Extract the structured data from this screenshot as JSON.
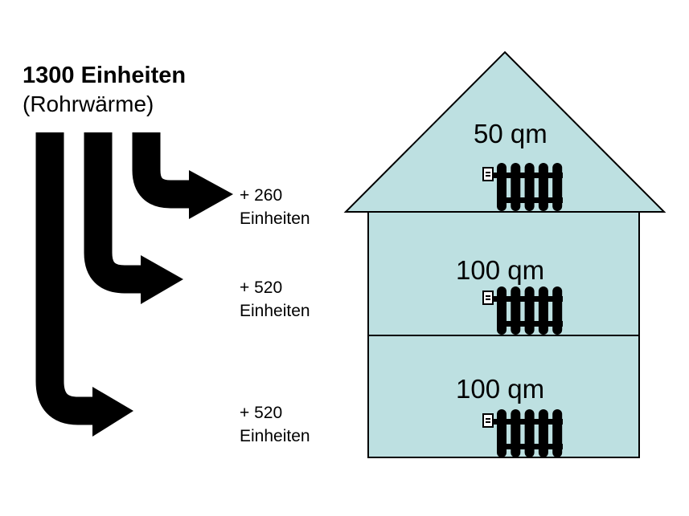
{
  "source": {
    "title": "1300 Einheiten",
    "subtitle": "(Rohrwärme)"
  },
  "gains": [
    {
      "amount": "+ 260",
      "unit": "Einheiten"
    },
    {
      "amount": "+ 520",
      "unit": "Einheiten"
    },
    {
      "amount": "+ 520",
      "unit": "Einheiten"
    }
  ],
  "floors": [
    {
      "area": "50 qm"
    },
    {
      "area": "100 qm"
    },
    {
      "area": "100 qm"
    }
  ],
  "colors": {
    "house_fill": "#bde0e1",
    "stroke": "#000000"
  }
}
